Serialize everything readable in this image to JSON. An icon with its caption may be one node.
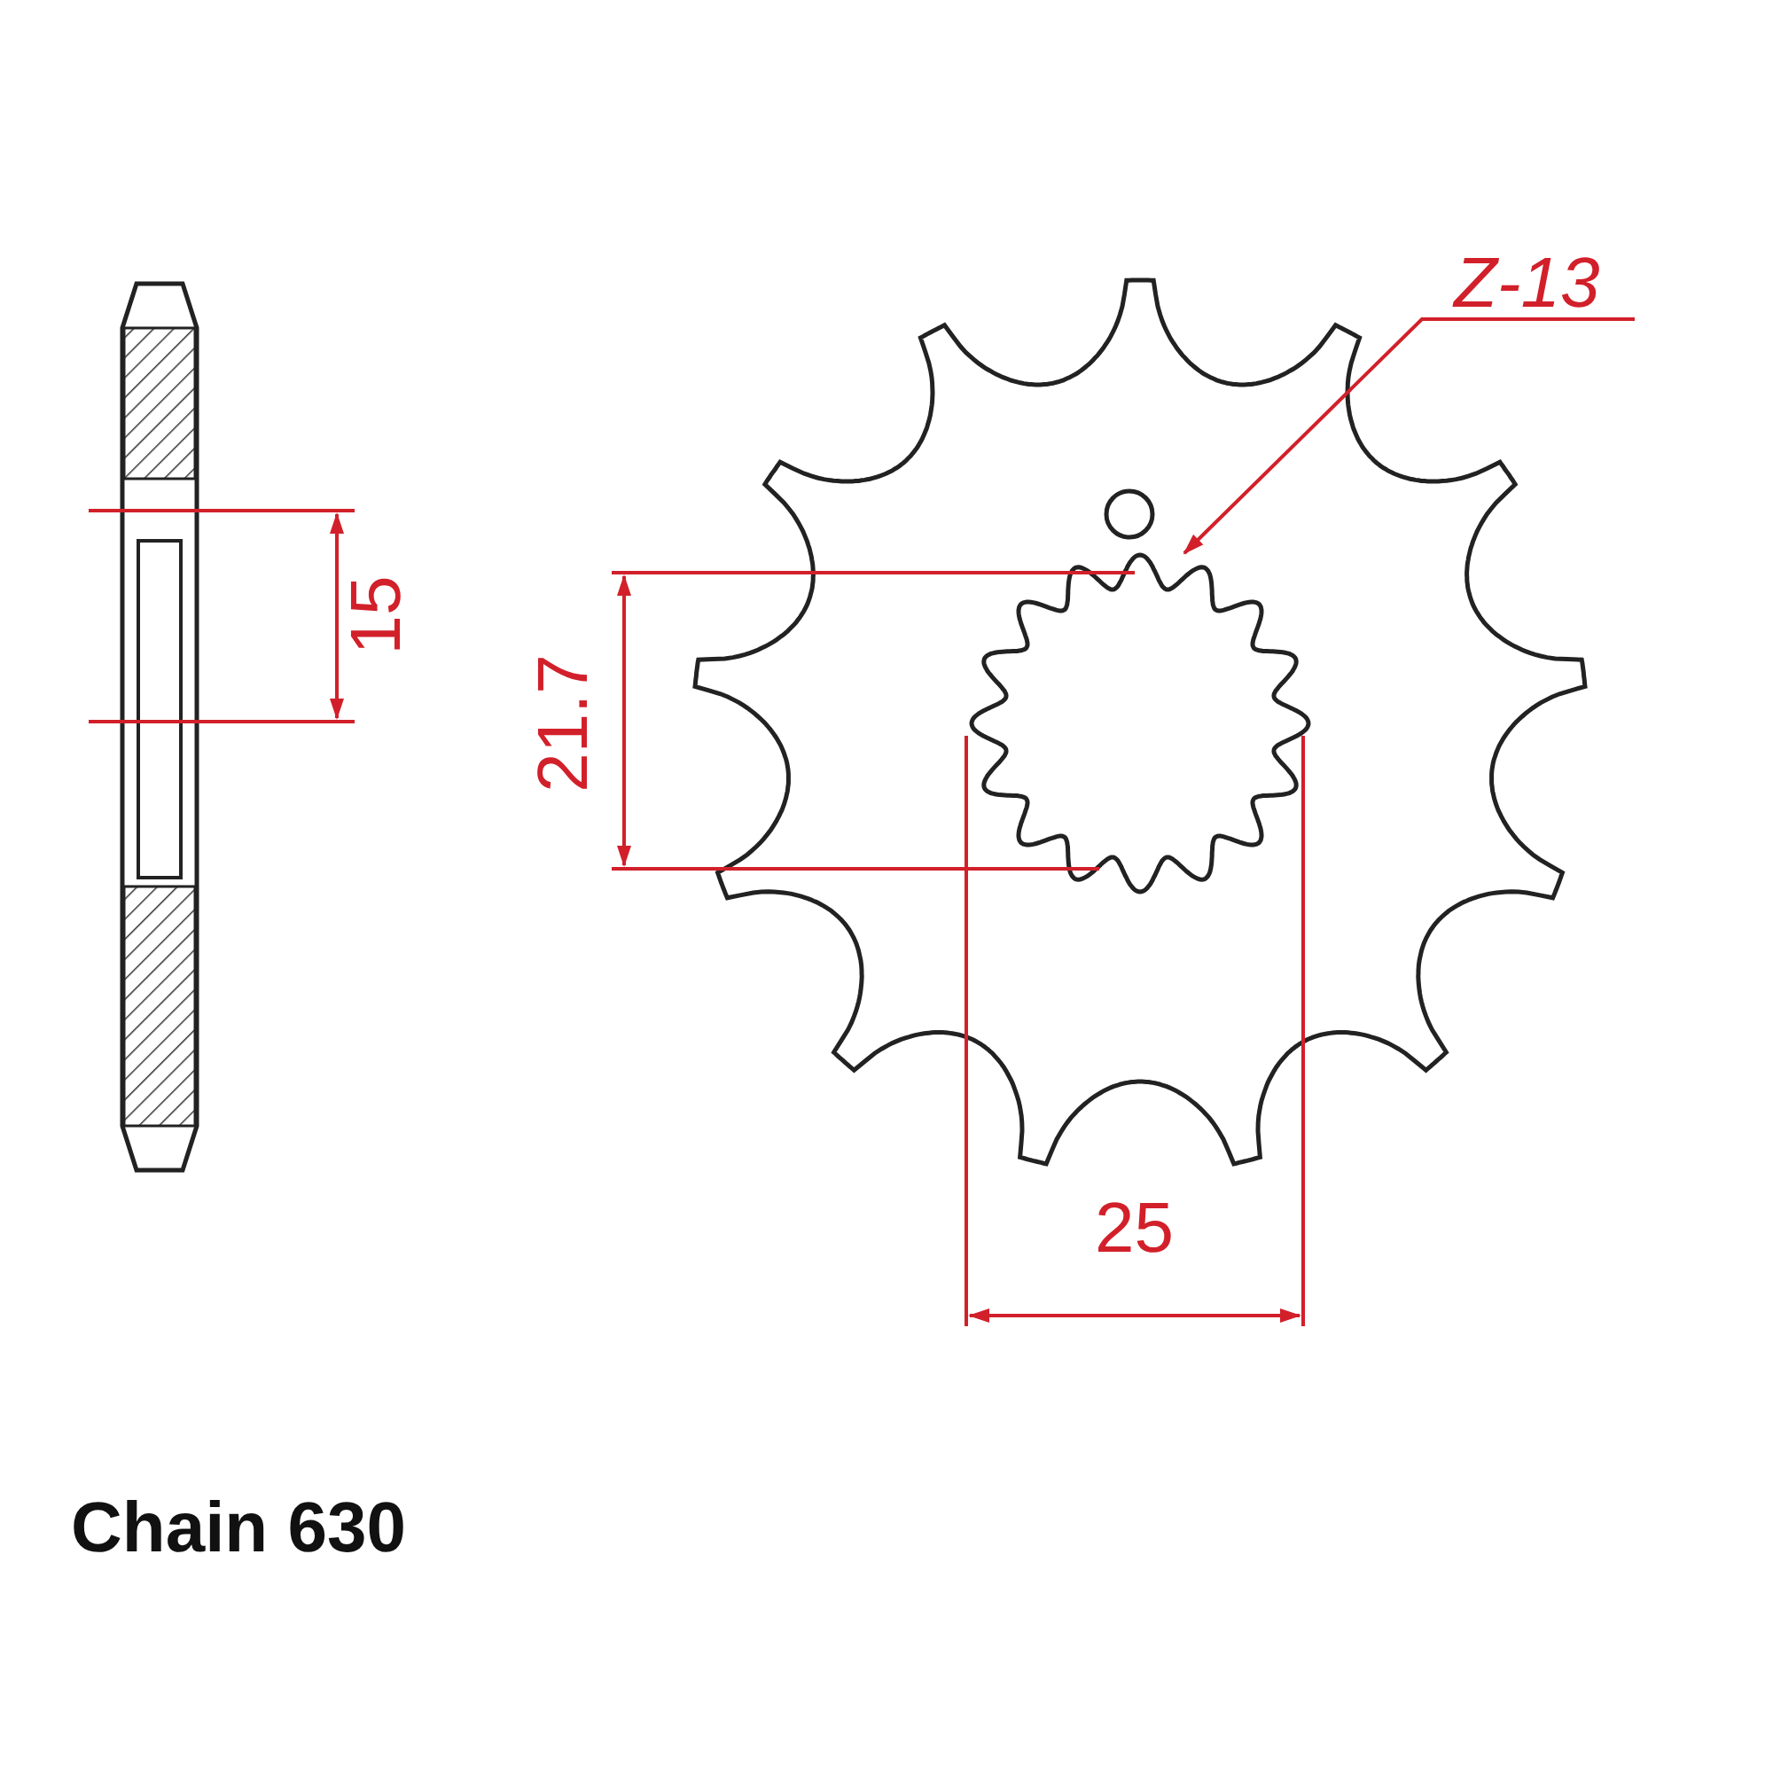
{
  "diagram": {
    "nodes": [
      {
        "text": [
          "Z-13"
        ]
      },
      {
        "text": [],
        "shape": "picture"
      }
    ],
    "edges": [
      {
        "from": 0,
        "to": 1,
        "arrow": "to"
      }
    ],
    "labels": [
      "15",
      "21.7",
      "25",
      "Chain 630"
    ]
  }
}
